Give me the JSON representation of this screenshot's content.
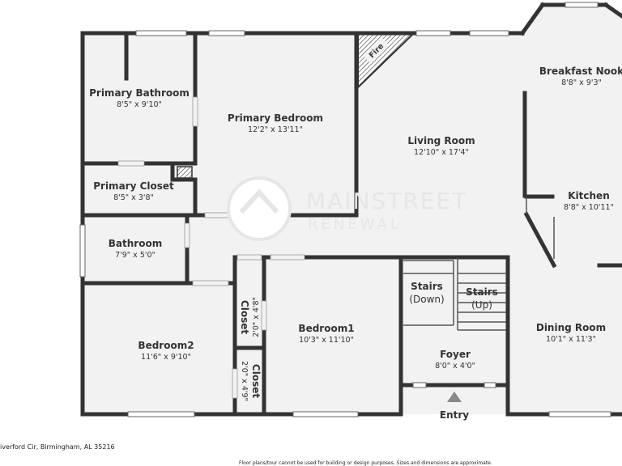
{
  "rooms": {
    "primary_bathroom": {
      "name": "Primary Bathroom",
      "dim": "8'5\" x 9'10\""
    },
    "primary_bedroom": {
      "name": "Primary Bedroom",
      "dim": "12'2\" x 13'11\""
    },
    "primary_closet": {
      "name": "Primary Closet",
      "dim": "8'5\" x 3'8\""
    },
    "living_room": {
      "name": "Living Room",
      "dim": "12'10\" x 17'4\""
    },
    "breakfast_nook": {
      "name": "Breakfast Nook",
      "dim": "8'8\" x 9'3\""
    },
    "kitchen": {
      "name": "Kitchen",
      "dim": "8'8\" x 10'11\""
    },
    "bathroom": {
      "name": "Bathroom",
      "dim": "7'9\" x 5'0\""
    },
    "bedroom2": {
      "name": "Bedroom2",
      "dim": "11'6\" x 9'10\""
    },
    "closet_a": {
      "name": "Closet",
      "dim": "2'0\" x 4'8\""
    },
    "closet_b": {
      "name": "Closet",
      "dim": "2'0\" x 4'9\""
    },
    "bedroom1": {
      "name": "Bedroom1",
      "dim": "10'3\" x 11'10\""
    },
    "stairs_down": {
      "name": "Stairs",
      "sub": "(Down)"
    },
    "stairs_up": {
      "name": "Stairs",
      "sub": "(Up)"
    },
    "foyer": {
      "name": "Foyer",
      "dim": "8'0\" x 4'0\""
    },
    "dining_room": {
      "name": "Dining Room",
      "dim": "10'1\" x 11'3\""
    },
    "fire": {
      "name": "Fire"
    }
  },
  "entry_label": "Entry",
  "watermark": {
    "main": "MAINSTREET",
    "sub": "RENEWAL"
  },
  "footer": {
    "address": "iverford Cir, Birmingham, AL 35216",
    "disclaimer": "Floor plans/tour cannot be used for building or design purposes. Sizes and dimensions are approximate."
  }
}
